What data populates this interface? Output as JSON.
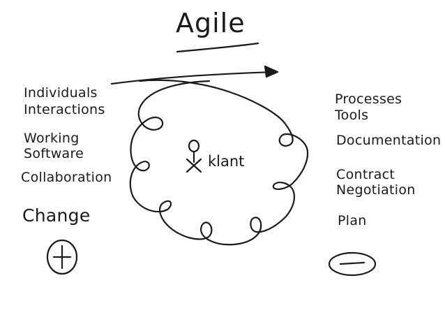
{
  "title": "Agile",
  "center": {
    "label": "klant"
  },
  "left": {
    "items": [
      "Individuals",
      "Interactions",
      "Working",
      "Software",
      "Collaboration",
      "Change"
    ],
    "symbol": "+"
  },
  "right": {
    "items": [
      "Processes",
      "Tools",
      "Documentation",
      "Contract",
      "Negotiation",
      "Plan"
    ],
    "symbol": "—"
  },
  "ink_color": "#1a1a1a"
}
